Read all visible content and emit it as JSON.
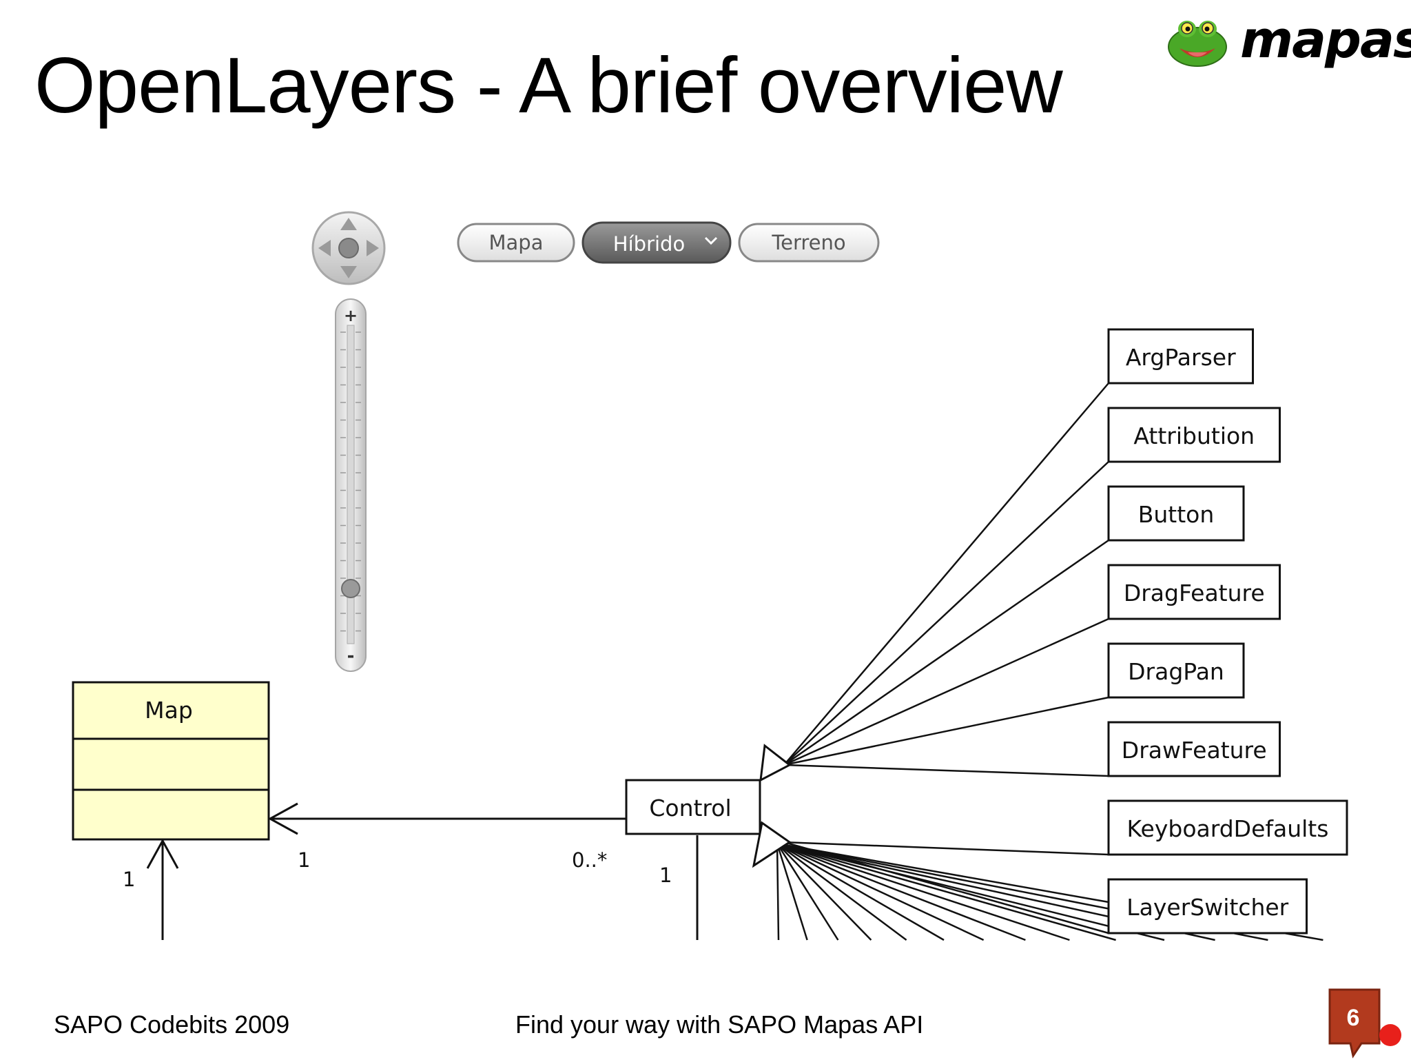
{
  "slide": {
    "title": "OpenLayers - A brief overview",
    "logo_text": "mapas",
    "footer_left": "SAPO Codebits 2009",
    "footer_center": "Find your way with SAPO Mapas API",
    "page_number": "6"
  },
  "map_widget": {
    "zoom_plus": "+",
    "zoom_minus": "-",
    "map_types": [
      {
        "label": "Mapa",
        "active": false
      },
      {
        "label": "Híbrido",
        "active": true
      },
      {
        "label": "Terreno",
        "active": false
      }
    ]
  },
  "diagram": {
    "map_class": "Map",
    "control_class": "Control",
    "multiplicities": {
      "map_association_end": "1",
      "map_bottom_end": "1",
      "control_association_end": "0..*",
      "control_bottom_end": "1"
    },
    "subclasses": [
      "ArgParser",
      "Attribution",
      "Button",
      "DragFeature",
      "DragPan",
      "DrawFeature",
      "KeyboardDefaults",
      "LayerSwitcher"
    ]
  },
  "colors": {
    "map_box_fill": "#ffffcc",
    "badge": "#b23a1e",
    "badge_dot": "#e8201b",
    "logo_frog": "#4aa827",
    "map_button_active": "#6e6e6e"
  },
  "icons": [
    "frog-logo-icon",
    "pan-control-icon",
    "page-badge-icon"
  ]
}
